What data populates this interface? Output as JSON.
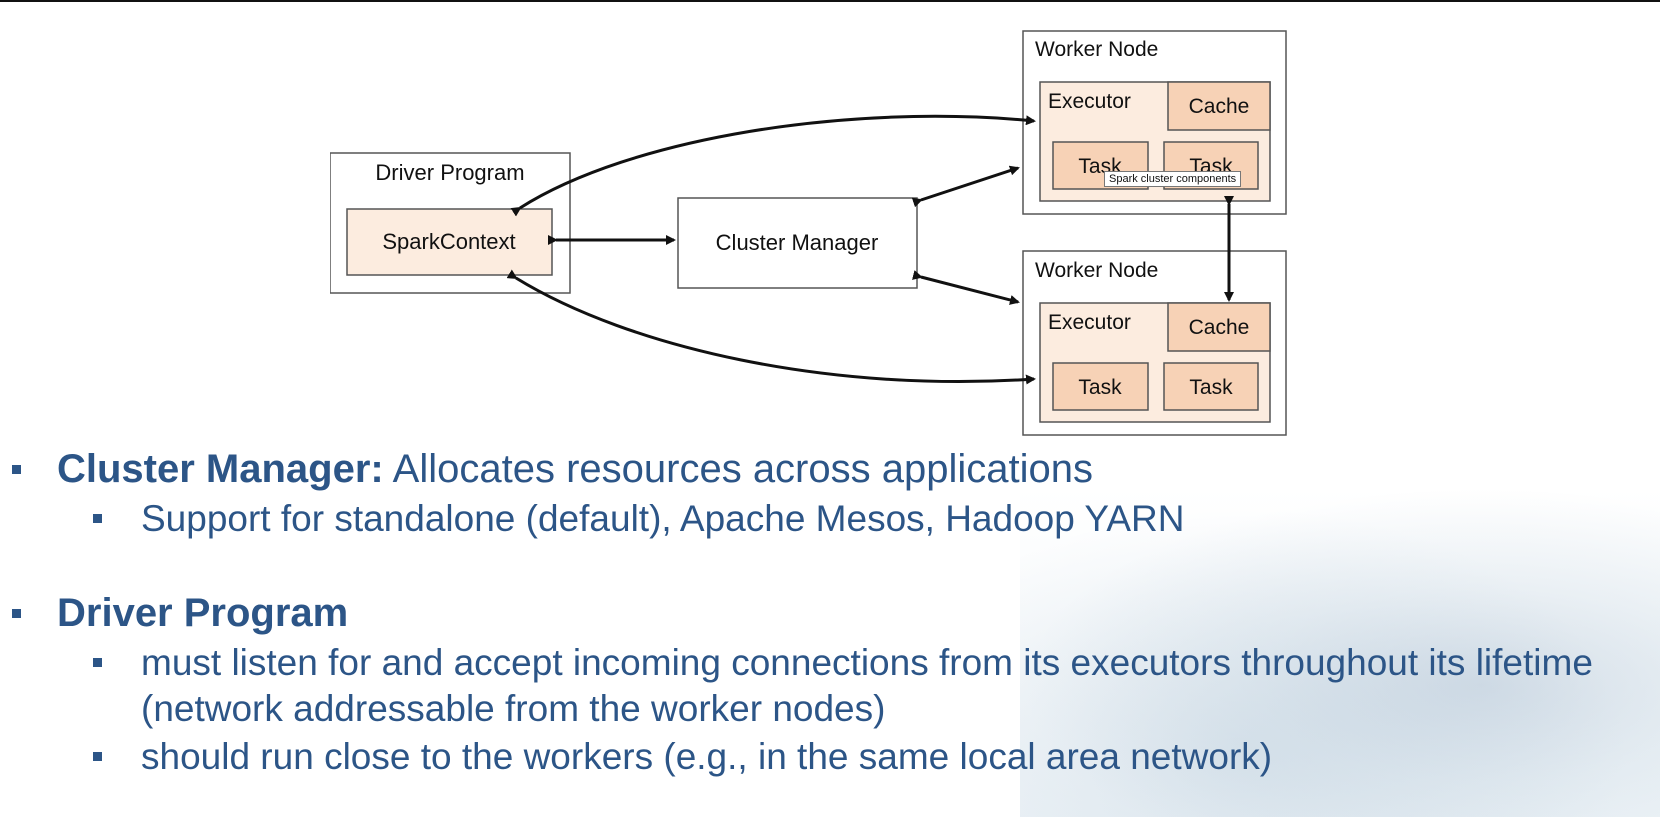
{
  "diagram": {
    "driver_program": {
      "title": "Driver Program",
      "inner": "SparkContext"
    },
    "cluster_manager": {
      "label": "Cluster Manager"
    },
    "worker_nodes": [
      {
        "title": "Worker Node",
        "executor_label": "Executor",
        "cache_label": "Cache",
        "tasks": [
          "Task",
          "Task"
        ]
      },
      {
        "title": "Worker Node",
        "executor_label": "Executor",
        "cache_label": "Cache",
        "tasks": [
          "Task",
          "Task"
        ]
      }
    ],
    "tooltip": "Spark cluster components",
    "colors": {
      "box_fill": "#ffffff",
      "executor_fill": "#fcecdf",
      "cache_fill": "#f7d2b6",
      "border": "#555555",
      "arrow": "#111111"
    }
  },
  "bullets": {
    "cluster_manager": {
      "title": "Cluster Manager:",
      "text": " Allocates resources across applications",
      "sub": "Support for standalone (default), Apache Mesos, Hadoop YARN"
    },
    "driver_program": {
      "title": "Driver Program",
      "sub1": "must listen for and accept incoming connections from its executors throughout its lifetime (network addressable from the worker nodes)",
      "sub2": "should run close to the workers (e.g., in the same local area network)"
    },
    "color": "#2c5587"
  }
}
